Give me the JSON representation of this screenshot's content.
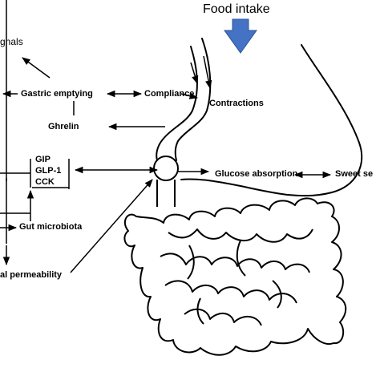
{
  "diagram": {
    "title": "Food intake",
    "arrow_color": "#4472c4",
    "line_color": "#000000",
    "labels": {
      "signals": "gnals",
      "gastric_emptying": "Gastric emptying",
      "compliance": "Compliance",
      "contractions": "Contractions",
      "ghrelin": "Ghrelin",
      "gip": "GIP",
      "glp1": "GLP-1",
      "cck": "CCK",
      "glucose_absorption": "Glucose absorption",
      "sweet": "Sweet se",
      "gut_microbiota": "Gut microbiota",
      "permeability": "al permeability"
    }
  }
}
